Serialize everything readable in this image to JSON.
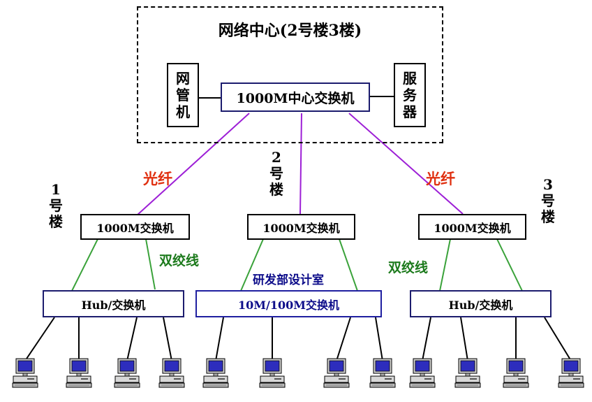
{
  "network_center": {
    "title": "网络中心(2号楼3楼)",
    "core_switch": "1000M中心交换机",
    "admin_pc": "网管机",
    "server": "服务器"
  },
  "buildings": {
    "b1": {
      "num": "1",
      "c1": "号",
      "c2": "楼"
    },
    "b2": {
      "num": "2",
      "c1": "号",
      "c2": "楼"
    },
    "b3": {
      "num": "3",
      "c1": "号",
      "c2": "楼"
    }
  },
  "links": {
    "fiber": "光纤",
    "twisted_pair": "双绞线"
  },
  "distribution": {
    "left": "1000M交换机",
    "middle": "1000M交换机",
    "right": "1000M交换机"
  },
  "access": {
    "left": "Hub/交换机",
    "middle": "10M/100M交换机",
    "right": "Hub/交换机",
    "middle_caption": "研发部设计室"
  },
  "colors": {
    "fiber_line": "#9d1fd6",
    "twisted_pair_line": "#3aa23a",
    "fiber_label": "#e03010",
    "twisted_pair_label": "#1c7a1c",
    "design_room": "#0d0d8a"
  },
  "icons": {
    "workstation": "desktop-computer-icon"
  }
}
